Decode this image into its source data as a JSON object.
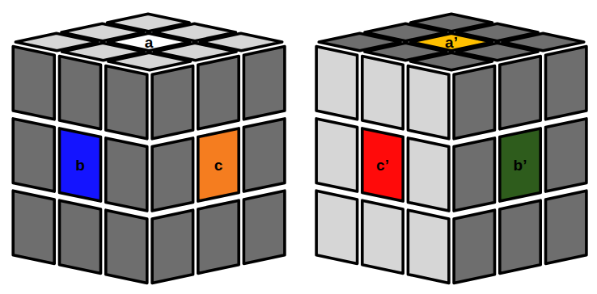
{
  "diagram": {
    "labels": [
      "a",
      "b",
      "c",
      "a’",
      "c’",
      "b’"
    ]
  }
}
